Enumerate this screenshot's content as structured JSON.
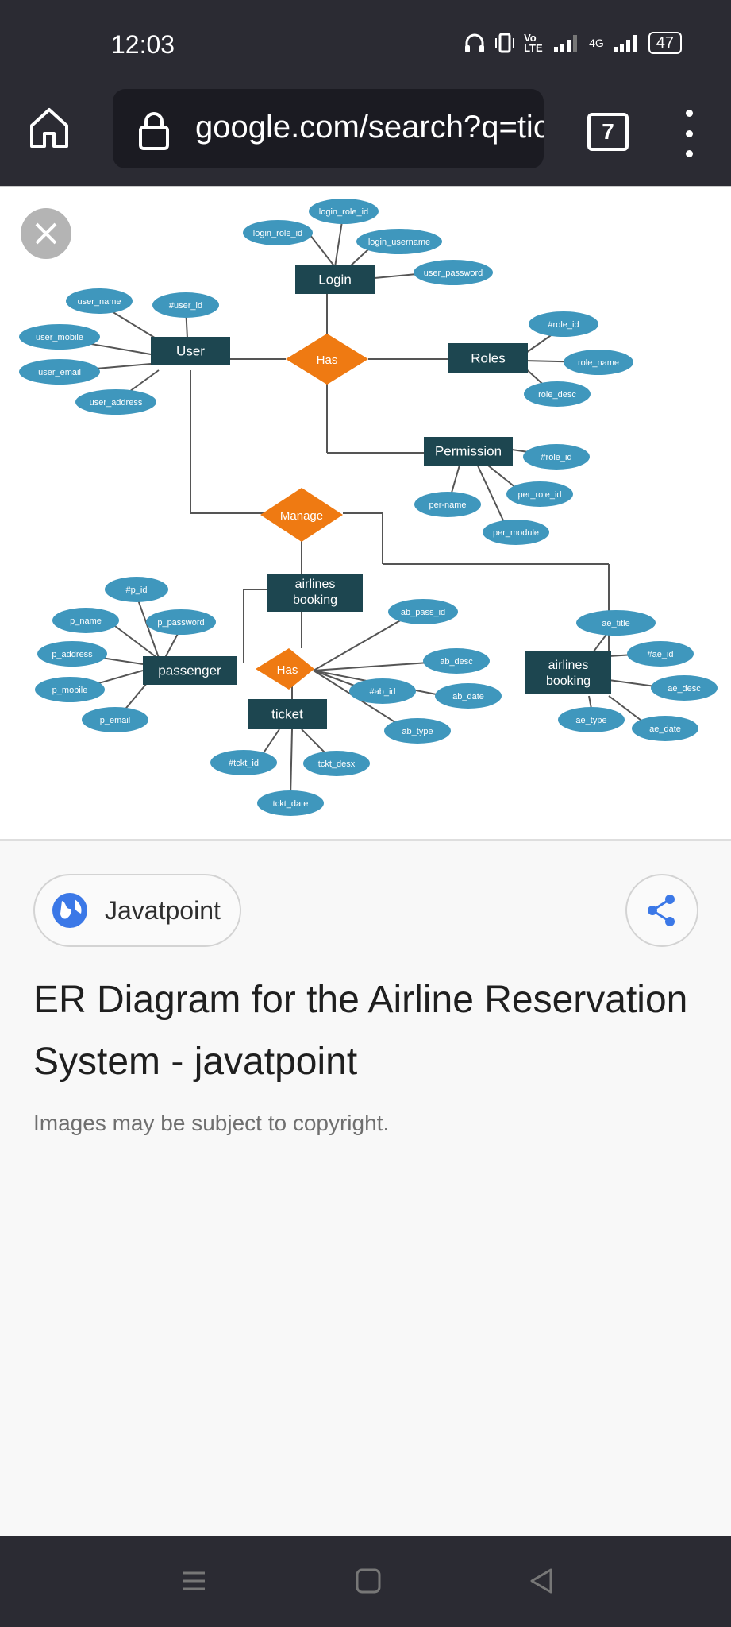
{
  "status_bar": {
    "time": "12:03",
    "network_label": "4G",
    "volte_label": "Vo LTE",
    "battery": "47"
  },
  "browser": {
    "url": "google.com/search?q=tic",
    "tab_count": "7"
  },
  "diagram": {
    "entities": {
      "login": "Login",
      "user": "User",
      "roles": "Roles",
      "permission": "Permission",
      "airlines_booking_1": "airlines booking",
      "passenger": "passenger",
      "ticket": "ticket",
      "airlines_booking_2": "airlines booking"
    },
    "relations": {
      "has_1": "Has",
      "manage": "Manage",
      "has_2": "Has"
    },
    "attributes": {
      "login_role_id_top": "login_role_id",
      "login_role_id": "login_role_id",
      "login_username": "login_username",
      "user_password": "user_password",
      "user_name": "user_name",
      "user_id": "#user_id",
      "user_mobile": "user_mobile",
      "user_email": "user_email",
      "user_address": "user_address",
      "role_id": "#role_id",
      "role_name": "role_name",
      "role_desc": "role_desc",
      "perm_role_id": "#role_id",
      "per_role_id": "per_role_id",
      "per_name": "per-name",
      "per_module": "per_module",
      "p_id": "#p_id",
      "p_name": "p_name",
      "p_password": "p_password",
      "p_address": "p_address",
      "p_mobile": "p_mobile",
      "p_email": "p_email",
      "ab_pass_id": "ab_pass_id",
      "ab_desc": "ab_desc",
      "ab_id": "#ab_id",
      "ab_date": "ab_date",
      "ab_type": "ab_type",
      "tckt_id": "#tckt_id",
      "tckt_desx": "tckt_desx",
      "tckt_date": "tckt_date",
      "ae_title": "ae_title",
      "ae_id": "#ae_id",
      "ae_desc": "ae_desc",
      "ae_type": "ae_type",
      "ae_date": "ae_date"
    }
  },
  "source": {
    "name": "Javatpoint"
  },
  "result": {
    "title": "ER Diagram for the Airline Reservation System - javatpoint",
    "copyright": "Images may be subject to copyright."
  },
  "colors": {
    "entity": "#1d4650",
    "relation": "#ef7a12",
    "attribute": "#3f97bd"
  }
}
